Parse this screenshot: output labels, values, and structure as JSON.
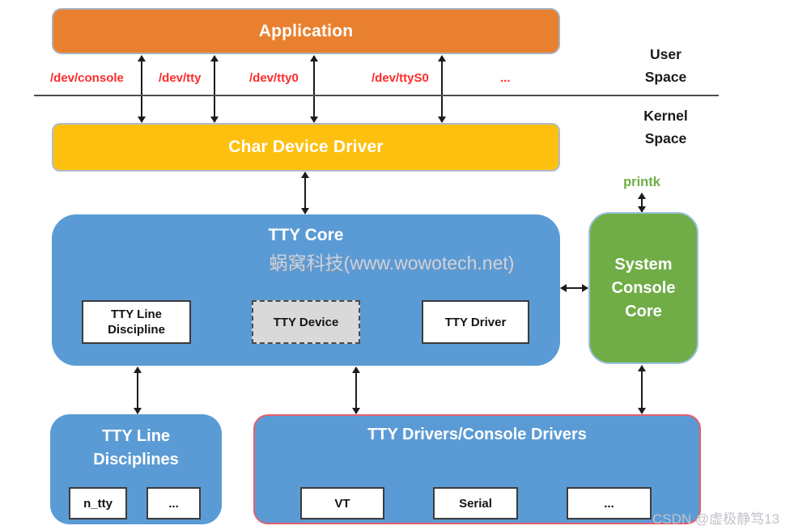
{
  "colors": {
    "application_orange": "#e8802f",
    "char_driver_yellow": "#fec00f",
    "tty_blue": "#5b9bd5",
    "console_green": "#70ad47",
    "device_path_red": "#ff2b2b",
    "printk_green": "#6fae46",
    "drivers_border_pink": "#e4606d",
    "tty_device_gray": "#d9d9d9"
  },
  "boxes": {
    "application": {
      "label": "Application"
    },
    "char_device_driver": {
      "label": "Char Device Driver"
    },
    "tty_core": {
      "title": "TTY Core",
      "watermark": "蜗窝科技(www.wowotech.net)",
      "children": [
        {
          "label": "TTY Line\nDiscipline"
        },
        {
          "label": "TTY Device"
        },
        {
          "label": "TTY Driver"
        }
      ]
    },
    "system_console_core": {
      "label": "System\nConsole\nCore"
    },
    "tty_line_disciplines": {
      "title": "TTY Line\nDisciplines",
      "children": [
        {
          "label": "n_tty"
        },
        {
          "label": "..."
        }
      ]
    },
    "tty_drivers": {
      "title": "TTY Drivers/Console Drivers",
      "children": [
        {
          "label": "VT"
        },
        {
          "label": "Serial"
        },
        {
          "label": "..."
        }
      ]
    }
  },
  "device_nodes": [
    "/dev/console",
    "/dev/tty",
    "/dev/tty0",
    "/dev/ttyS0",
    "..."
  ],
  "regions": {
    "user_space": "User\nSpace",
    "kernel_space": "Kernel\nSpace"
  },
  "printk_label": "printk",
  "watermark_csdn": "CSDN @虚极静笃13"
}
